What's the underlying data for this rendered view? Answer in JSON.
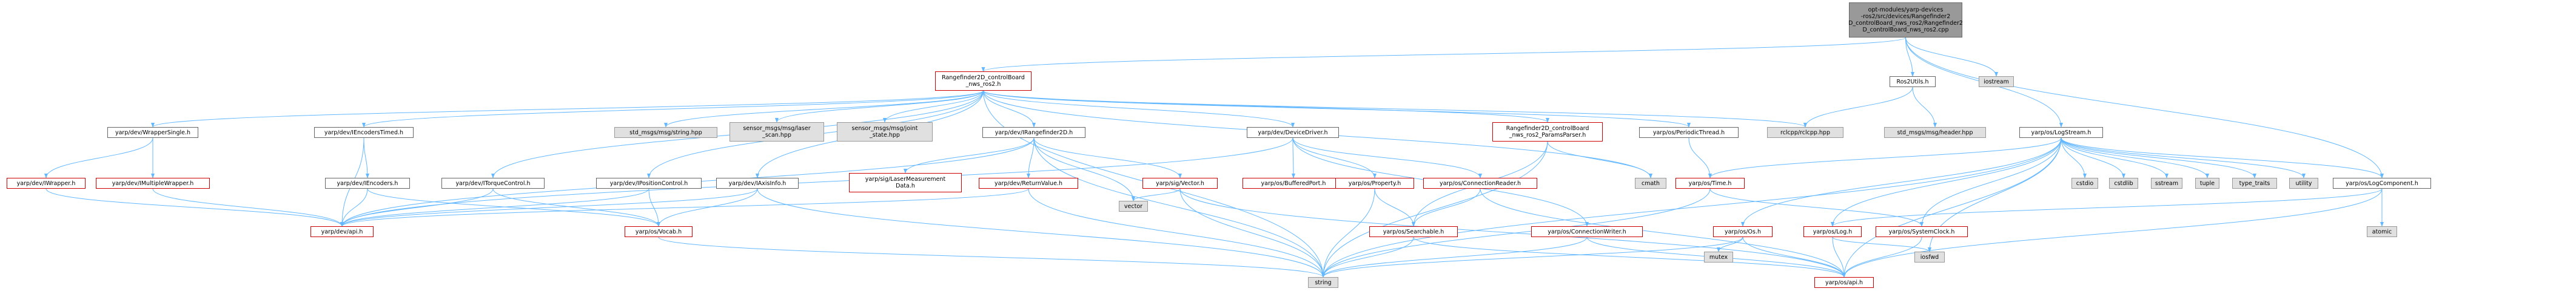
{
  "colors": {
    "edge": "#63b8ff",
    "node_border": "#666666",
    "node_border_red": "#cc0000",
    "external_fill": "#e0e0e0",
    "root_fill": "#999999"
  },
  "nodes": {
    "root": [
      "opt-modules/yarp-devices",
      "-ros2/src/devices/Rangefinder2",
      "D_controlBoard_nws_ros2/Rangefinder2",
      "D_controlBoard_nws_ros2.cpp"
    ],
    "rf2d_h": [
      "Rangefinder2D_controlBoard",
      "_nws_ros2.h"
    ],
    "ros2utils": [
      "Ros2Utils.h"
    ],
    "iostream": [
      "iostream"
    ],
    "logstream": [
      "yarp/os/LogStream.h"
    ],
    "wrappersingle": [
      "yarp/dev/WrapperSingle.h"
    ],
    "encoderstimed": [
      "yarp/dev/IEncodersTimed.h"
    ],
    "std_string": [
      "std_msgs/msg/string.hpp"
    ],
    "sensor_laser": [
      "sensor_msgs/msg/laser",
      "_scan.hpp"
    ],
    "sensor_joint": [
      "sensor_msgs/msg/joint",
      "_state.hpp"
    ],
    "irangefinder": [
      "yarp/dev/IRangefinder2D.h"
    ],
    "devicedriver": [
      "yarp/dev/DeviceDriver.h"
    ],
    "paramsparser": [
      "Rangefinder2D_controlBoard",
      "_nws_ros2_ParamsParser.h"
    ],
    "periodicthread": [
      "yarp/os/PeriodicThread.h"
    ],
    "rclcpp": [
      "rclcpp/rclcpp.hpp"
    ],
    "std_header": [
      "std_msgs/msg/header.hpp"
    ],
    "iwrapper": [
      "yarp/dev/IWrapper.h"
    ],
    "imultiplewrapper": [
      "yarp/dev/IMultipleWrapper.h"
    ],
    "iencoders": [
      "yarp/dev/IEncoders.h"
    ],
    "itorque": [
      "yarp/dev/ITorqueControl.h"
    ],
    "iposition": [
      "yarp/dev/IPositionControl.h"
    ],
    "iaxisinfo": [
      "yarp/dev/IAxisInfo.h"
    ],
    "laserdata": [
      "yarp/sig/LaserMeasurement",
      "Data.h"
    ],
    "returnvalue": [
      "yarp/dev/ReturnValue.h"
    ],
    "vectorh": [
      "yarp/sig/Vector.h"
    ],
    "bufferedport": [
      "yarp/os/BufferedPort.h"
    ],
    "property": [
      "yarp/os/Property.h"
    ],
    "connreader": [
      "yarp/os/ConnectionReader.h"
    ],
    "cmath": [
      "cmath"
    ],
    "timeh": [
      "yarp/os/Time.h"
    ],
    "cstdio": [
      "cstdio"
    ],
    "cstdlib": [
      "cstdlib"
    ],
    "sstream": [
      "sstream"
    ],
    "tuple": [
      "tuple"
    ],
    "type_traits": [
      "type_traits"
    ],
    "utility": [
      "utility"
    ],
    "logcomponent": [
      "yarp/os/LogComponent.h"
    ],
    "devapi": [
      "yarp/dev/api.h"
    ],
    "vocab": [
      "yarp/os/Vocab.h"
    ],
    "vector": [
      "vector"
    ],
    "searchable": [
      "yarp/os/Searchable.h"
    ],
    "connwriter": [
      "yarp/os/ConnectionWriter.h"
    ],
    "osh": [
      "yarp/os/Os.h"
    ],
    "logh": [
      "yarp/os/Log.h"
    ],
    "systemclock": [
      "yarp/os/SystemClock.h"
    ],
    "atomic": [
      "atomic"
    ],
    "string": [
      "string"
    ],
    "mutex": [
      "mutex"
    ],
    "osapi": [
      "yarp/os/api.h"
    ],
    "iosfwd": [
      "iosfwd"
    ]
  },
  "edges": [
    [
      "root",
      "rf2d_h"
    ],
    [
      "root",
      "ros2utils"
    ],
    [
      "root",
      "iostream"
    ],
    [
      "root",
      "logstream"
    ],
    [
      "root",
      "logcomponent"
    ],
    [
      "rf2d_h",
      "wrappersingle"
    ],
    [
      "rf2d_h",
      "encoderstimed"
    ],
    [
      "rf2d_h",
      "std_string"
    ],
    [
      "rf2d_h",
      "sensor_laser"
    ],
    [
      "rf2d_h",
      "sensor_joint"
    ],
    [
      "rf2d_h",
      "irangefinder"
    ],
    [
      "rf2d_h",
      "devicedriver"
    ],
    [
      "rf2d_h",
      "paramsparser"
    ],
    [
      "rf2d_h",
      "periodicthread"
    ],
    [
      "rf2d_h",
      "rclcpp"
    ],
    [
      "rf2d_h",
      "itorque"
    ],
    [
      "rf2d_h",
      "iposition"
    ],
    [
      "rf2d_h",
      "iaxisinfo"
    ],
    [
      "rf2d_h",
      "cmath"
    ],
    [
      "rf2d_h",
      "string"
    ],
    [
      "ros2utils",
      "rclcpp"
    ],
    [
      "ros2utils",
      "std_header"
    ],
    [
      "wrappersingle",
      "iwrapper"
    ],
    [
      "wrappersingle",
      "imultiplewrapper"
    ],
    [
      "iwrapper",
      "devapi"
    ],
    [
      "imultiplewrapper",
      "devapi"
    ],
    [
      "encoderstimed",
      "iencoders"
    ],
    [
      "encoderstimed",
      "devapi"
    ],
    [
      "iencoders",
      "devapi"
    ],
    [
      "iencoders",
      "vocab"
    ],
    [
      "itorque",
      "devapi"
    ],
    [
      "itorque",
      "vocab"
    ],
    [
      "iposition",
      "devapi"
    ],
    [
      "iposition",
      "vocab"
    ],
    [
      "iaxisinfo",
      "devapi"
    ],
    [
      "iaxisinfo",
      "vocab"
    ],
    [
      "iaxisinfo",
      "string"
    ],
    [
      "irangefinder",
      "devapi"
    ],
    [
      "irangefinder",
      "laserdata"
    ],
    [
      "irangefinder",
      "returnvalue"
    ],
    [
      "irangefinder",
      "vectorh"
    ],
    [
      "irangefinder",
      "vector"
    ],
    [
      "irangefinder",
      "string"
    ],
    [
      "returnvalue",
      "devapi"
    ],
    [
      "returnvalue",
      "string"
    ],
    [
      "vectorh",
      "vector"
    ],
    [
      "vectorh",
      "string"
    ],
    [
      "vectorh",
      "osapi"
    ],
    [
      "devicedriver",
      "devapi"
    ],
    [
      "devicedriver",
      "bufferedport"
    ],
    [
      "devicedriver",
      "property"
    ],
    [
      "devicedriver",
      "connreader"
    ],
    [
      "devicedriver",
      "connwriter"
    ],
    [
      "property",
      "searchable"
    ],
    [
      "property",
      "string"
    ],
    [
      "connreader",
      "searchable"
    ],
    [
      "connreader",
      "osapi"
    ],
    [
      "searchable",
      "string"
    ],
    [
      "searchable",
      "osapi"
    ],
    [
      "connwriter",
      "string"
    ],
    [
      "connwriter",
      "osapi"
    ],
    [
      "vocab",
      "string"
    ],
    [
      "paramsparser",
      "cmath"
    ],
    [
      "paramsparser",
      "string"
    ],
    [
      "paramsparser",
      "searchable"
    ],
    [
      "periodicthread",
      "timeh"
    ],
    [
      "timeh",
      "string"
    ],
    [
      "timeh",
      "systemclock"
    ],
    [
      "logstream",
      "cstdio"
    ],
    [
      "logstream",
      "cstdlib"
    ],
    [
      "logstream",
      "sstream"
    ],
    [
      "logstream",
      "tuple"
    ],
    [
      "logstream",
      "type_traits"
    ],
    [
      "logstream",
      "utility"
    ],
    [
      "logstream",
      "logcomponent"
    ],
    [
      "logstream",
      "timeh"
    ],
    [
      "logstream",
      "osh"
    ],
    [
      "logstream",
      "logh"
    ],
    [
      "logstream",
      "systemclock"
    ],
    [
      "logstream",
      "string"
    ],
    [
      "logstream",
      "osapi"
    ],
    [
      "logstream",
      "iosfwd"
    ],
    [
      "logcomponent",
      "atomic"
    ],
    [
      "logcomponent",
      "logh"
    ],
    [
      "logcomponent",
      "osapi"
    ],
    [
      "osh",
      "mutex"
    ],
    [
      "osh",
      "osapi"
    ],
    [
      "osh",
      "string"
    ],
    [
      "logh",
      "osapi"
    ],
    [
      "logh",
      "iosfwd"
    ],
    [
      "systemclock",
      "osapi"
    ]
  ]
}
